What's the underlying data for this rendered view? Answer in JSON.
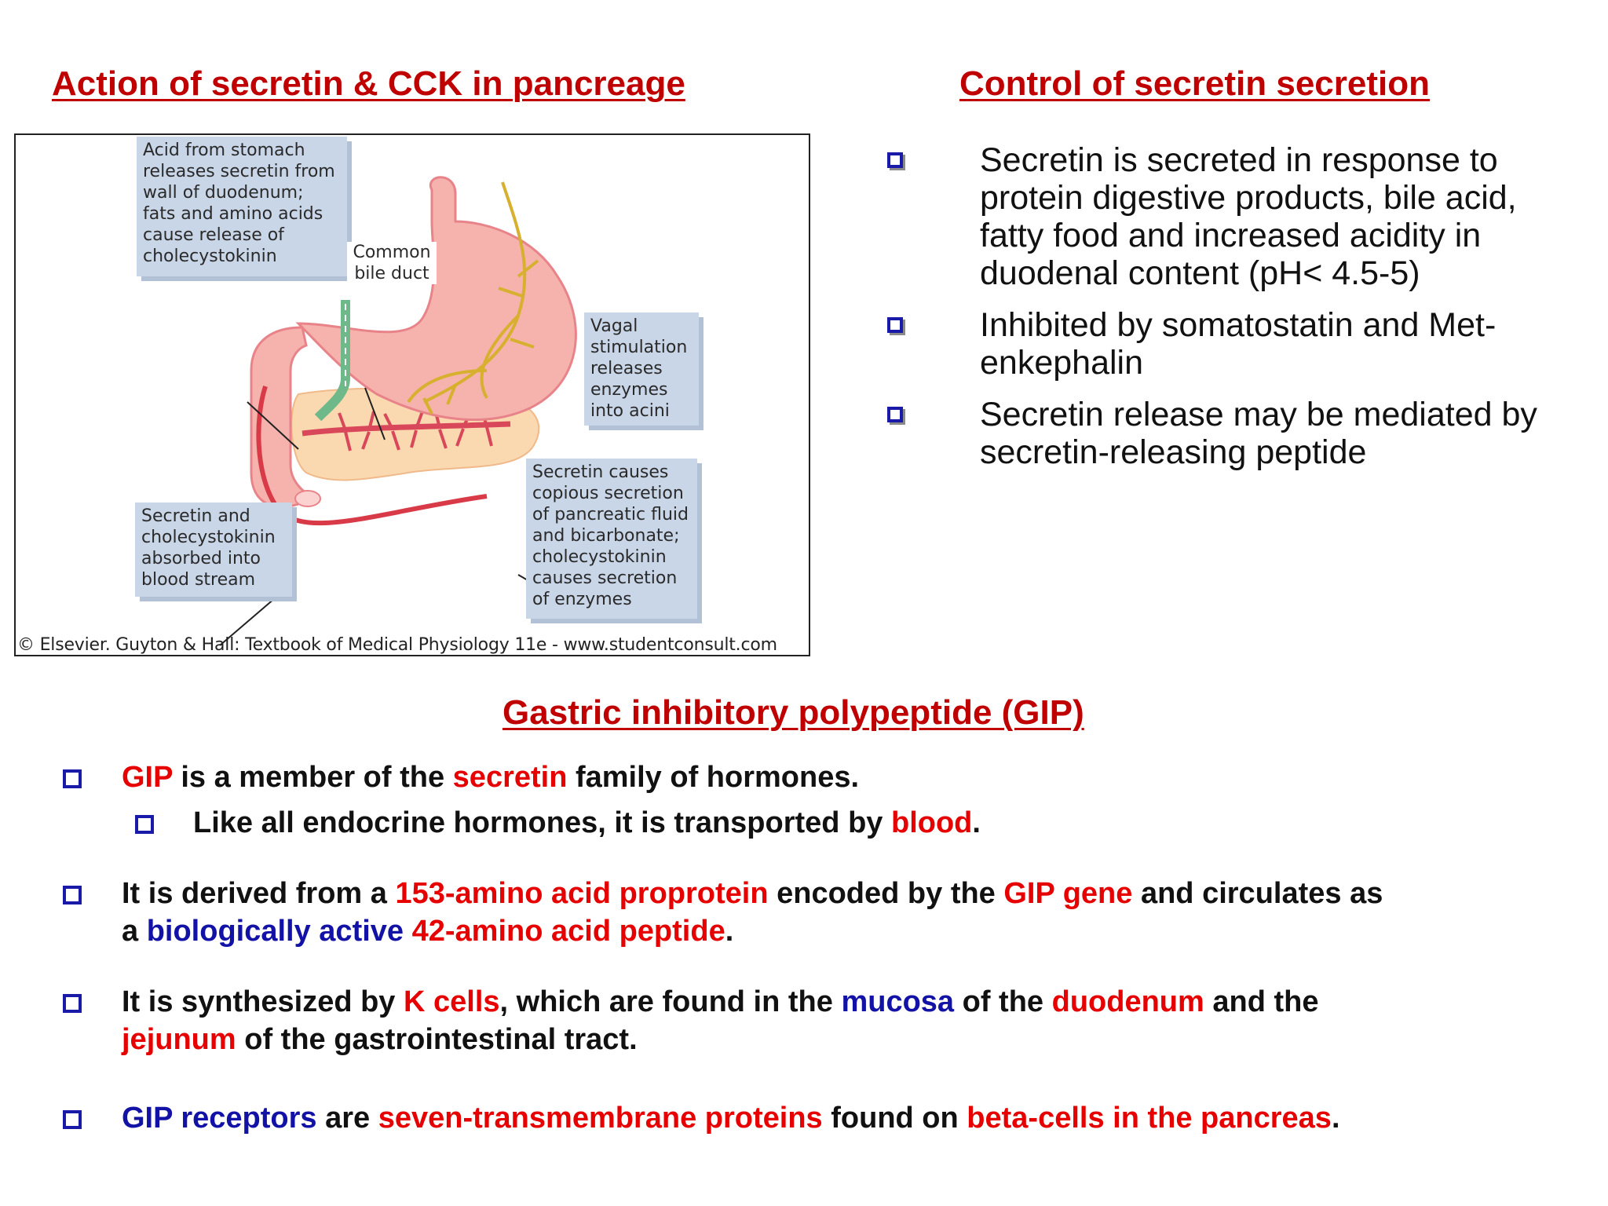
{
  "headings": {
    "left": "Action of secretin & CCK in pancreage",
    "right": "Control of secretin secretion",
    "gip": "Gastric inhibitory polypeptide (GIP)"
  },
  "figure": {
    "callout_acid": [
      "Acid from stomach",
      "releases secretin from",
      "wall of duodenum;",
      "fats and amino acids",
      "cause release of",
      "cholecystokinin"
    ],
    "label_bile_duct": [
      "Common",
      "bile duct"
    ],
    "callout_vagal": [
      "Vagal",
      "stimulation",
      "releases",
      "enzymes",
      "into acini"
    ],
    "callout_secretin_causes": [
      "Secretin causes",
      "copious secretion",
      "of pancreatic fluid",
      "and bicarbonate;",
      "cholecystokinin",
      "causes secretion",
      "of enzymes"
    ],
    "callout_absorbed": [
      "Secretin and",
      "cholecystokinin",
      "absorbed into",
      "blood stream"
    ],
    "credit": "© Elsevier. Guyton & Hall: Textbook of Medical Physiology 11e - www.studentconsult.com",
    "colors": {
      "organ": "#f5a9a3",
      "organ_outline": "#e8838a",
      "pancreas": "#fbd9b0",
      "duct": "#d9485a",
      "nerve": "#d8b030",
      "bile": "#6fb88a",
      "callout_bg": "#c9d6e8"
    }
  },
  "control_list": [
    {
      "lines": [
        "Secretin is secreted in response to",
        "protein digestive products, bile acid,",
        "fatty food and increased acidity in",
        "duodenal content (pH< 4.5-5)"
      ]
    },
    {
      "lines": [
        "Inhibited by somatostatin and Met-",
        "enkephalin"
      ]
    },
    {
      "lines": [
        "Secretin release may be mediated by",
        "secretin-releasing peptide"
      ]
    }
  ],
  "gip_list": [
    {
      "segments": [
        {
          "t": "GIP",
          "c": "red"
        },
        {
          "t": " is a member of the ",
          "c": "blk"
        },
        {
          "t": "secretin",
          "c": "red"
        },
        {
          "t": " family of hormones.",
          "c": "blk"
        }
      ]
    },
    {
      "segments": [
        {
          "t": "Like all endocrine hormones, it is transported by ",
          "c": "blk"
        },
        {
          "t": "blood",
          "c": "red"
        },
        {
          "t": ".",
          "c": "blk"
        }
      ]
    },
    {
      "line1": [
        {
          "t": "It is derived from a ",
          "c": "blk"
        },
        {
          "t": "153-amino acid proprotein",
          "c": "red"
        },
        {
          "t": " encoded by the ",
          "c": "blk"
        },
        {
          "t": "GIP gene",
          "c": "red"
        },
        {
          "t": " and circulates as",
          "c": "blk"
        }
      ],
      "line2": [
        {
          "t": "a ",
          "c": "blk"
        },
        {
          "t": "biologically active",
          "c": "blue"
        },
        {
          "t": " ",
          "c": "blk"
        },
        {
          "t": "42-amino acid peptide",
          "c": "red"
        },
        {
          "t": ".",
          "c": "blk"
        }
      ]
    },
    {
      "line1": [
        {
          "t": "It is synthesized by ",
          "c": "blk"
        },
        {
          "t": "K cells",
          "c": "red"
        },
        {
          "t": ", which are found in the ",
          "c": "blk"
        },
        {
          "t": "mucosa",
          "c": "blue"
        },
        {
          "t": " of the ",
          "c": "blk"
        },
        {
          "t": "duodenum",
          "c": "red"
        },
        {
          "t": " and the",
          "c": "blk"
        }
      ],
      "line2": [
        {
          "t": "jejunum",
          "c": "red"
        },
        {
          "t": " of the gastrointestinal tract.",
          "c": "blk"
        }
      ]
    },
    {
      "segments": [
        {
          "t": "GIP receptors",
          "c": "blue"
        },
        {
          "t": " are ",
          "c": "blk"
        },
        {
          "t": "seven-transmembrane proteins",
          "c": "red"
        },
        {
          "t": " found on ",
          "c": "blk"
        },
        {
          "t": "beta-cells in the pancreas",
          "c": "red"
        },
        {
          "t": ".",
          "c": "blk"
        }
      ]
    }
  ]
}
